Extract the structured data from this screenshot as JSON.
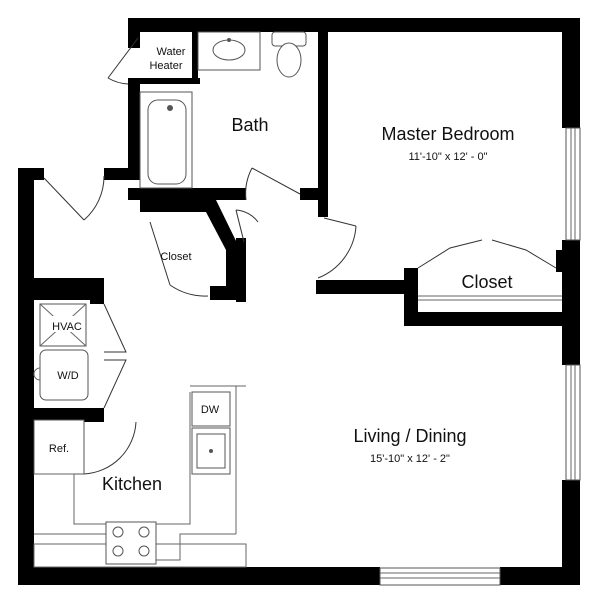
{
  "rooms": {
    "water_heater": {
      "line1": "Water",
      "line2": "Heater"
    },
    "bath": {
      "label": "Bath"
    },
    "master_bedroom": {
      "label": "Master Bedroom",
      "dims": "11'-10\" x 12' - 0\""
    },
    "closet_small": {
      "label": "Closet"
    },
    "closet_bedroom": {
      "label": "Closet"
    },
    "hvac": {
      "label": "HVAC"
    },
    "wd": {
      "label": "W/D"
    },
    "dw": {
      "label": "DW"
    },
    "ref": {
      "label": "Ref."
    },
    "kitchen": {
      "label": "Kitchen"
    },
    "living": {
      "label": "Living / Dining",
      "dims": "15'-10\" x 12' - 2\""
    }
  }
}
